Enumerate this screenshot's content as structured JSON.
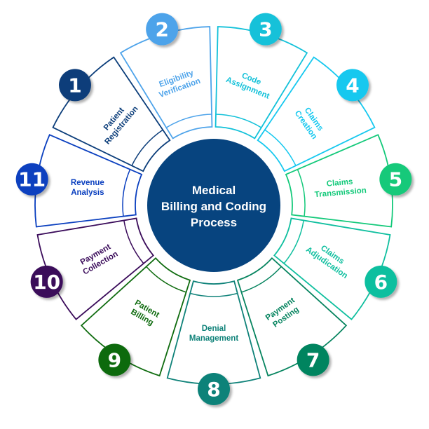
{
  "title": [
    "Medical",
    "Billing and Coding",
    "Process"
  ],
  "center_color": "#07447f",
  "steps": [
    {
      "number": "1",
      "lines": [
        "Patient",
        "Registration"
      ],
      "color": "#0b3d7a"
    },
    {
      "number": "2",
      "lines": [
        "Eligibility",
        "Verification"
      ],
      "color": "#4da3ea"
    },
    {
      "number": "3",
      "lines": [
        "Code",
        "Assignment"
      ],
      "color": "#12c1d9"
    },
    {
      "number": "4",
      "lines": [
        "Claims",
        "Creation"
      ],
      "color": "#15c8ef"
    },
    {
      "number": "5",
      "lines": [
        "Claims",
        "Transmission"
      ],
      "color": "#13c97a"
    },
    {
      "number": "6",
      "lines": [
        "Claims",
        "Adjudication"
      ],
      "color": "#0fbf9f"
    },
    {
      "number": "7",
      "lines": [
        "Payment",
        "Posting"
      ],
      "color": "#06845f"
    },
    {
      "number": "8",
      "lines": [
        "Denial",
        "Management"
      ],
      "color": "#0f8279"
    },
    {
      "number": "9",
      "lines": [
        "Patient",
        "Billing"
      ],
      "color": "#0e6b0e"
    },
    {
      "number": "10",
      "lines": [
        "Payment",
        "Collection"
      ],
      "color": "#3a0b5a"
    },
    {
      "number": "11",
      "lines": [
        "Revenue",
        "Analysis"
      ],
      "color": "#0a3fbf"
    }
  ]
}
